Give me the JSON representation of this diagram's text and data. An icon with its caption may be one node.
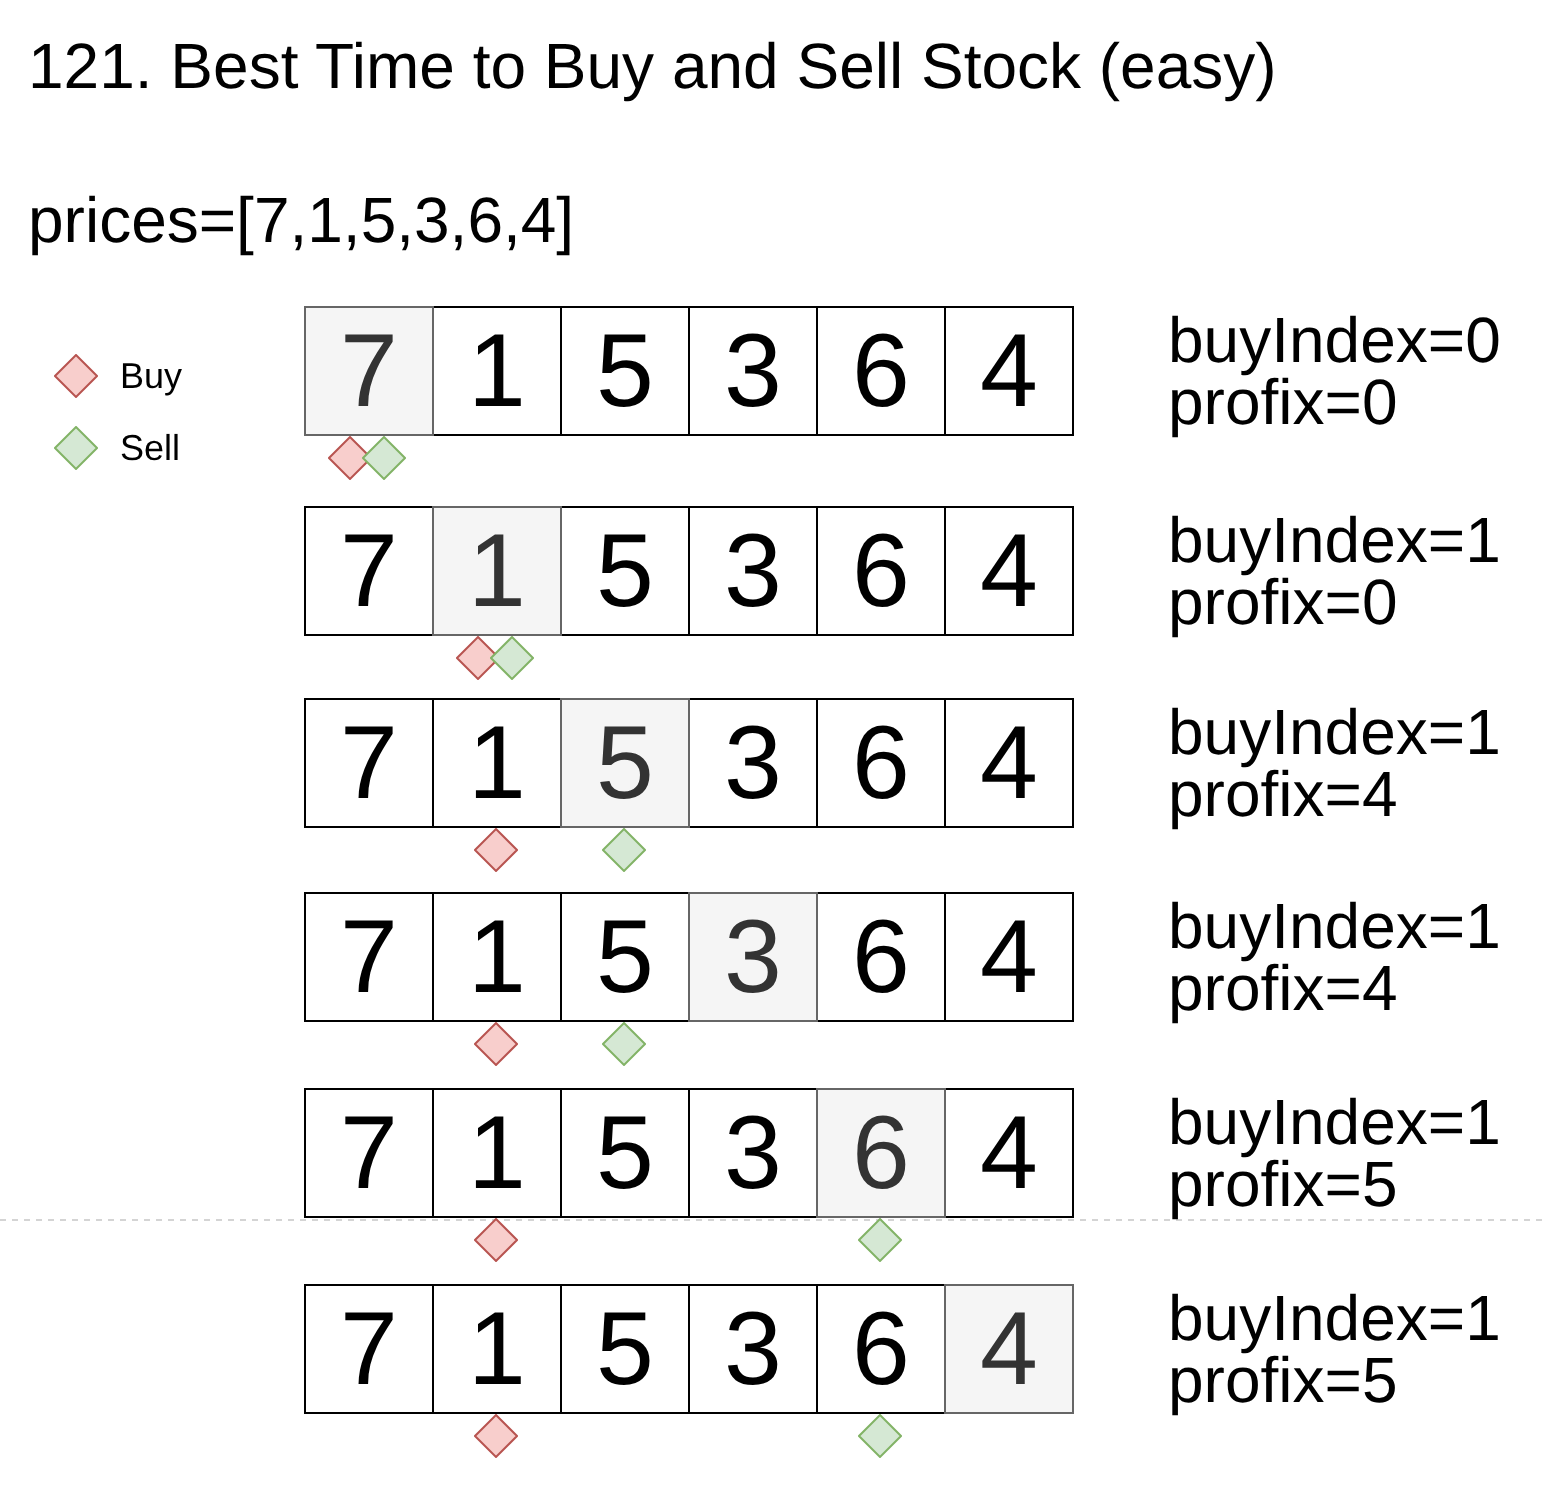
{
  "diagram": {
    "title": "121. Best Time to Buy and Sell Stock (easy)",
    "nodes": [
      {
        "text": [
          "7"
        ]
      },
      {
        "text": [
          "1"
        ]
      },
      {
        "text": [
          "5"
        ]
      },
      {
        "text": [
          "3"
        ]
      },
      {
        "text": [
          "6"
        ]
      },
      {
        "text": [
          "4"
        ]
      },
      {
        "text": [],
        "shape": "diamond"
      },
      {
        "text": [],
        "shape": "diamond"
      },
      {
        "text": [
          "7"
        ]
      },
      {
        "text": [
          "1"
        ]
      },
      {
        "text": [
          "5"
        ]
      },
      {
        "text": [
          "3"
        ]
      },
      {
        "text": [
          "6"
        ]
      },
      {
        "text": [
          "4"
        ]
      },
      {
        "text": [],
        "shape": "diamond"
      },
      {
        "text": [],
        "shape": "diamond"
      },
      {
        "text": [
          "7"
        ]
      },
      {
        "text": [
          "1"
        ]
      },
      {
        "text": [
          "5"
        ]
      },
      {
        "text": [
          "3"
        ]
      },
      {
        "text": [
          "6"
        ]
      },
      {
        "text": [
          "4"
        ]
      },
      {
        "text": [],
        "shape": "diamond"
      },
      {
        "text": [],
        "shape": "diamond"
      },
      {
        "text": [
          "7"
        ]
      },
      {
        "text": [
          "1"
        ]
      },
      {
        "text": [
          "5"
        ]
      },
      {
        "text": [
          "3"
        ]
      },
      {
        "text": [
          "6"
        ]
      },
      {
        "text": [
          "4"
        ]
      },
      {
        "text": [],
        "shape": "diamond"
      },
      {
        "text": [],
        "shape": "diamond"
      },
      {
        "text": [
          "7"
        ]
      },
      {
        "text": [
          "1"
        ]
      },
      {
        "text": [
          "5"
        ]
      },
      {
        "text": [
          "3"
        ]
      },
      {
        "text": [
          "6"
        ]
      },
      {
        "text": [
          "4"
        ]
      },
      {
        "text": [],
        "shape": "diamond"
      },
      {
        "text": [],
        "shape": "diamond"
      },
      {
        "text": [
          "7"
        ]
      },
      {
        "text": [
          "1"
        ]
      },
      {
        "text": [
          "5"
        ]
      },
      {
        "text": [
          "3"
        ]
      },
      {
        "text": [
          "6"
        ]
      },
      {
        "text": [
          "4"
        ]
      },
      {
        "text": [],
        "shape": "diamond"
      },
      {
        "text": [],
        "shape": "diamond"
      }
    ],
    "labels": [
      "prices=[7,1,5,3,6,4]",
      "buyIndex=0 profix=0",
      "buyIndex=1 profix=0",
      "buyIndex=1 profix=4",
      "buyIndex=1 profix=4",
      "buyIndex=1 profix=5",
      "buyIndex=1 profix=5"
    ],
    "legend": [
      {
        "text": "Buy",
        "color": "#f8cecc"
      },
      {
        "text": "Sell",
        "color": "#d5e8d4"
      }
    ]
  }
}
